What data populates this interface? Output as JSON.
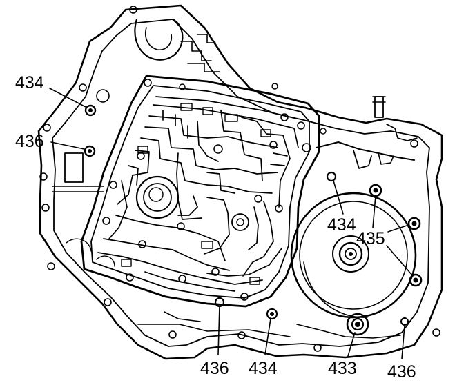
{
  "callouts": {
    "c434_topleft": "434",
    "c436_left": "436",
    "c434_center": "434",
    "c435_right": "435",
    "c436_bottom": "436",
    "c434_bottom": "434",
    "c433_bottom": "433",
    "c436_bottomright": "436"
  },
  "colors": {
    "line": "#000000",
    "background": "#ffffff"
  }
}
